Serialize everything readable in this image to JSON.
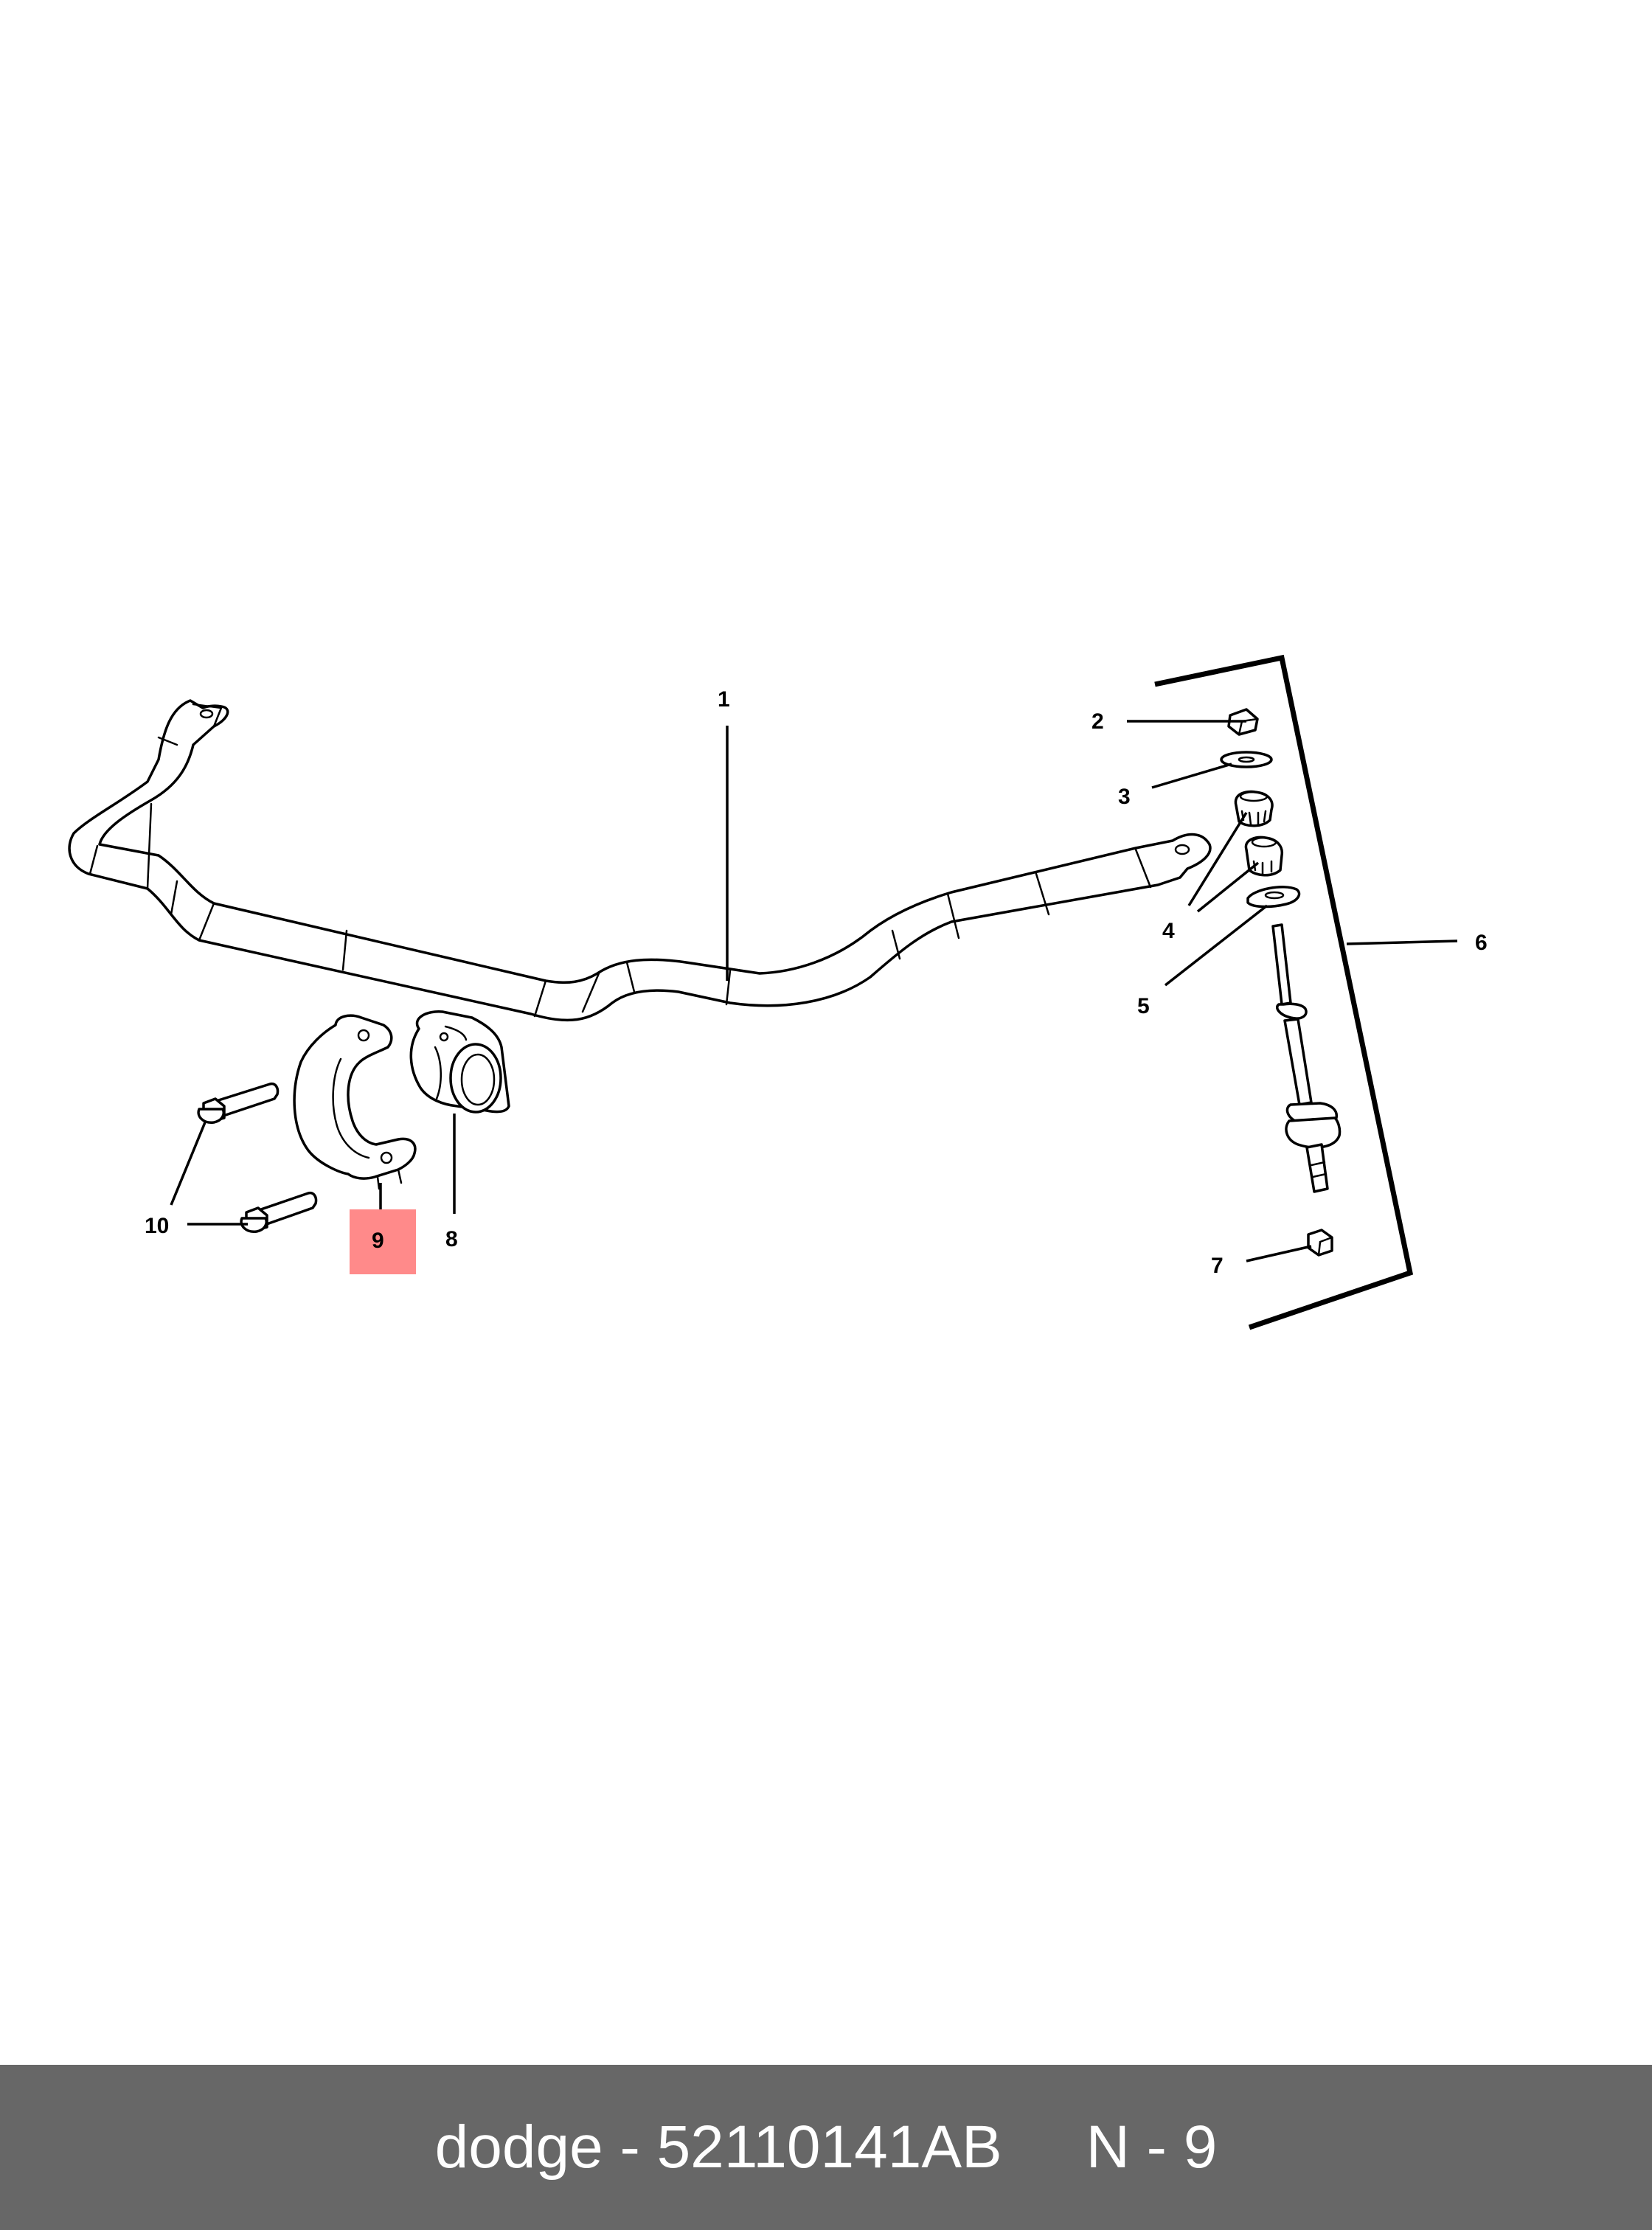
{
  "callouts": {
    "c1": "1",
    "c2": "2",
    "c3": "3",
    "c4": "4",
    "c5": "5",
    "c6": "6",
    "c7": "7",
    "c8": "8",
    "c9": "9",
    "c10": "10"
  },
  "highlight": {
    "label": "9",
    "color": "#ff8a8a"
  },
  "footer": {
    "brand": "dodge",
    "separator": " - ",
    "part_number": "52110141AB",
    "gap": "     ",
    "reference": "N - 9"
  },
  "colors": {
    "footer_bg": "#676767",
    "footer_text": "#ffffff",
    "line": "#000000",
    "page_bg": "#ffffff"
  }
}
